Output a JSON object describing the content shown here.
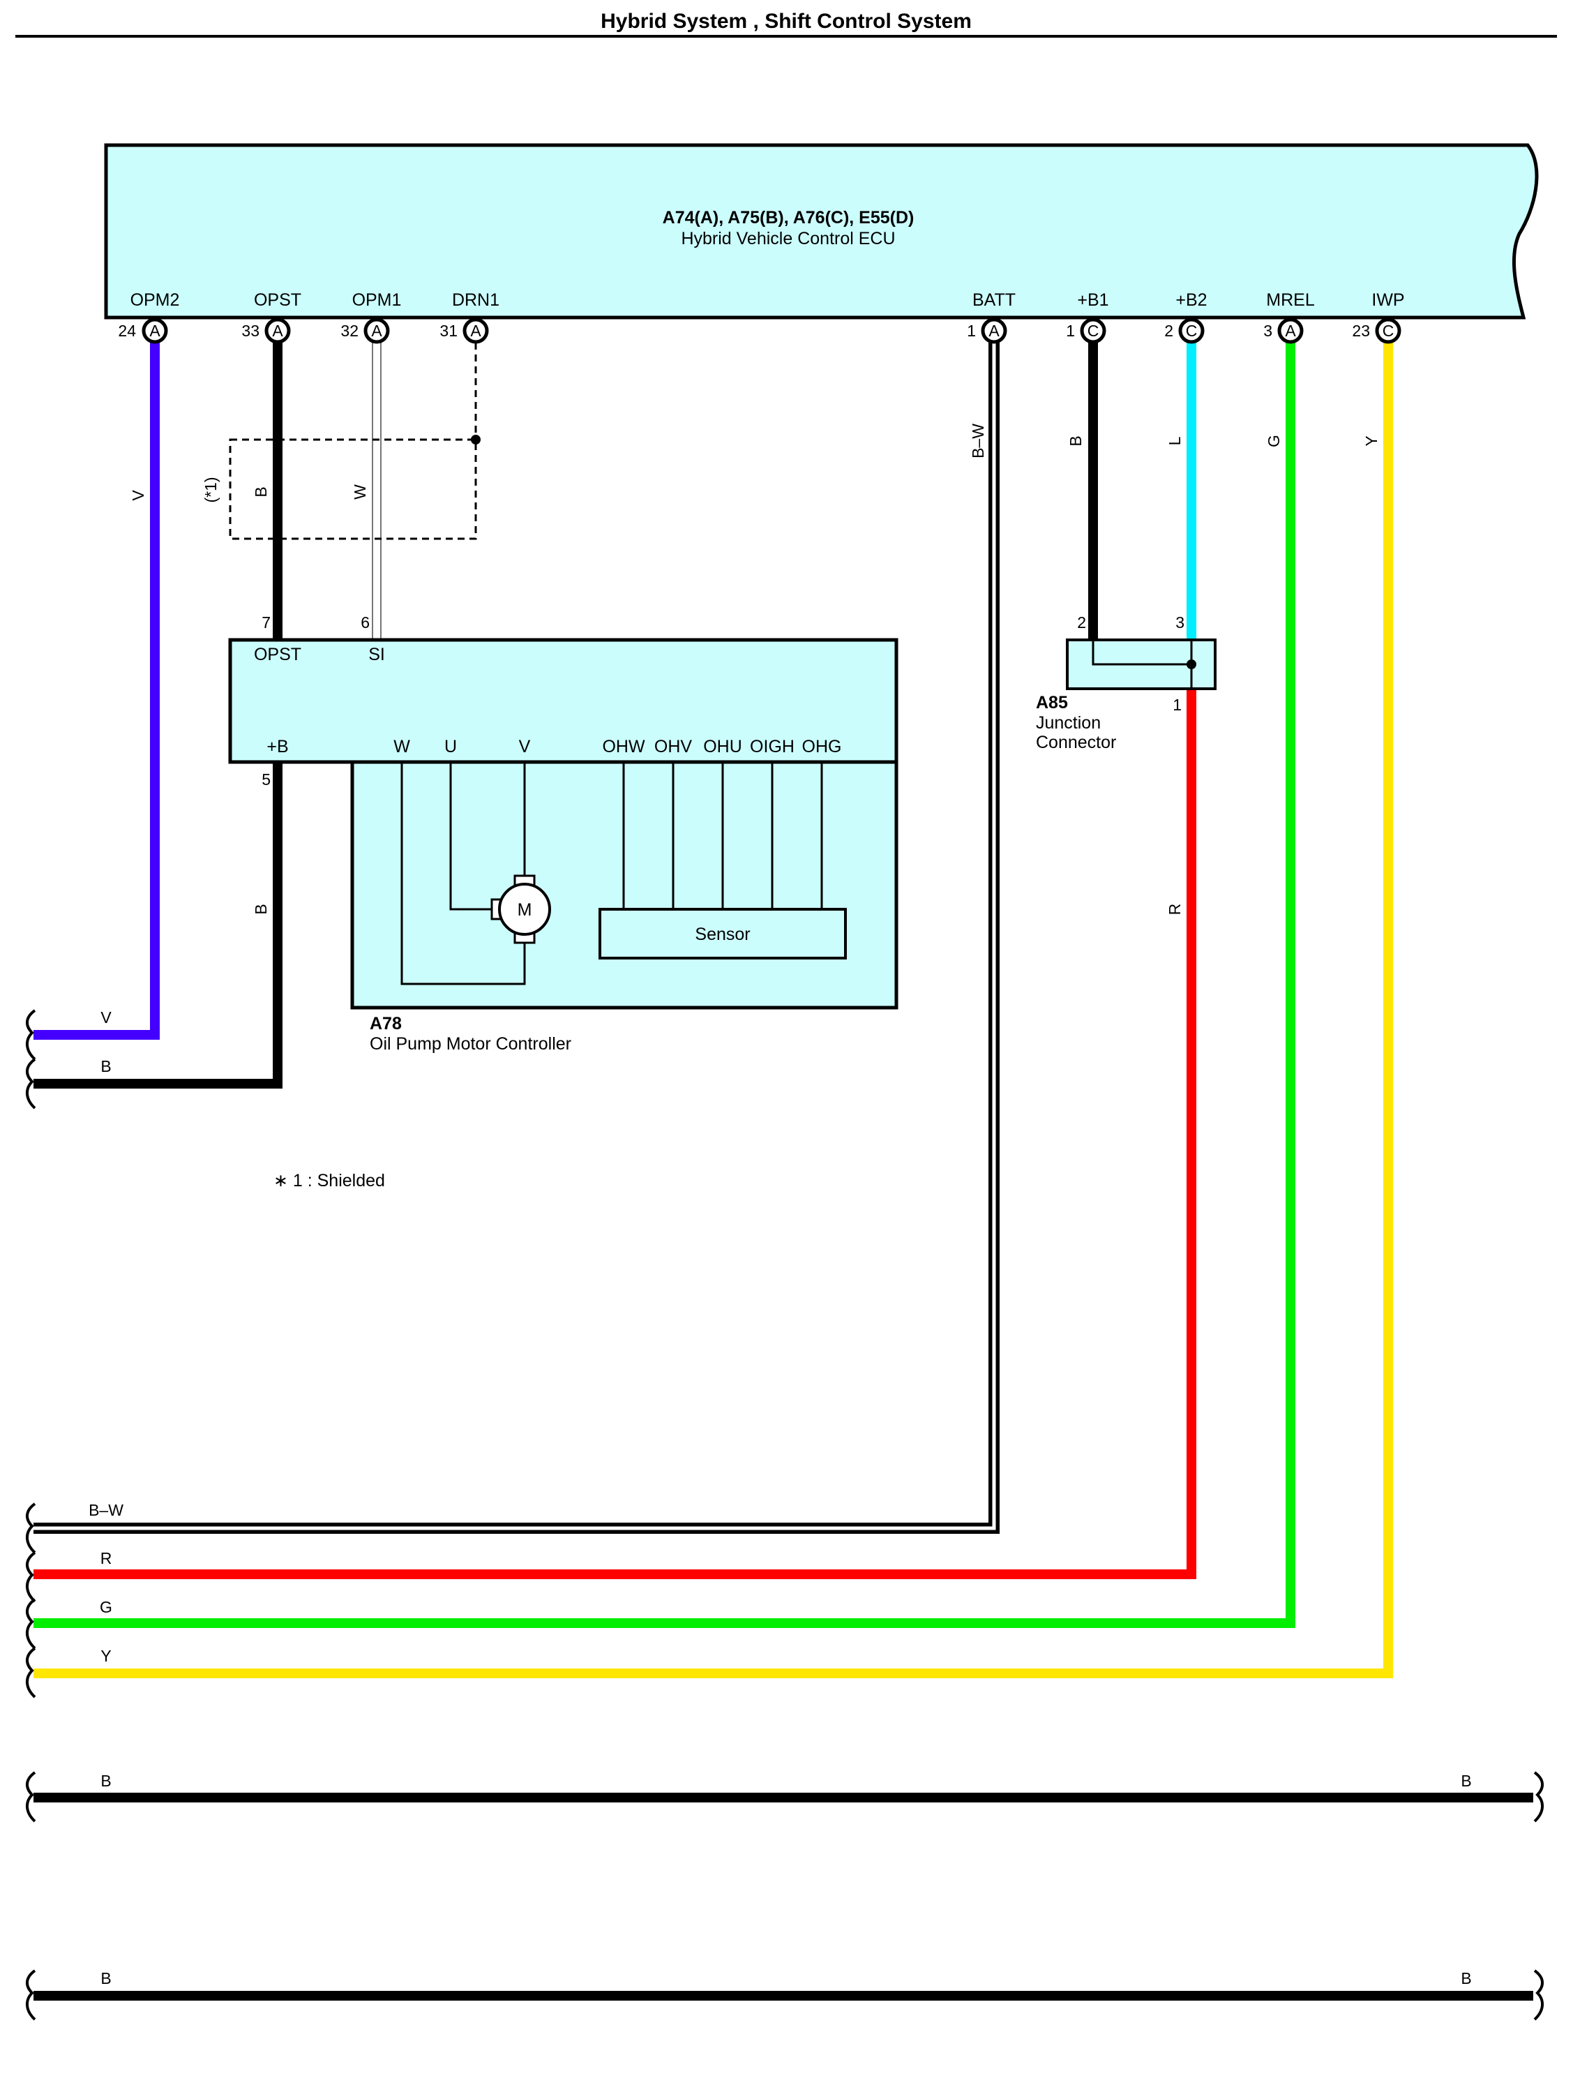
{
  "page": {
    "title": "Hybrid System , Shift Control System"
  },
  "colors": {
    "V": "#4400ff",
    "B": "#000000",
    "W": "#ffffff",
    "BW": "#000000",
    "L": "#00eeff",
    "G": "#00ee00",
    "Y": "#ffe600",
    "R": "#ff0000",
    "box_fill": "#ccfdfd"
  },
  "ecu": {
    "code": "A74(A), A75(B), A76(C), E55(D)",
    "name": "Hybrid Vehicle Control ECU",
    "pins": [
      {
        "label": "OPM2",
        "num": "24",
        "conn": "A"
      },
      {
        "label": "OPST",
        "num": "33",
        "conn": "A"
      },
      {
        "label": "OPM1",
        "num": "32",
        "conn": "A"
      },
      {
        "label": "DRN1",
        "num": "31",
        "conn": "A"
      },
      {
        "label": "BATT",
        "num": "1",
        "conn": "A"
      },
      {
        "label": "+B1",
        "num": "1",
        "conn": "C"
      },
      {
        "label": "+B2",
        "num": "2",
        "conn": "C"
      },
      {
        "label": "MREL",
        "num": "3",
        "conn": "A"
      },
      {
        "label": "IWP",
        "num": "23",
        "conn": "C"
      }
    ]
  },
  "wire_colors": {
    "opm2": "V",
    "opst": "B",
    "opm1": "W",
    "shield": "(*1)",
    "batt": "B–W",
    "b1": "B",
    "b2": "L",
    "mrel": "G",
    "iwp": "Y",
    "junction_out": "R",
    "plus_b": "B"
  },
  "oil_pump": {
    "code": "A78",
    "name": "Oil Pump Motor Controller",
    "pin7": "7",
    "pin6": "6",
    "pin5": "5",
    "opst": "OPST",
    "si": "SI",
    "plus_b": "+B",
    "motor_terms": [
      "W",
      "U",
      "V"
    ],
    "sensor_terms": [
      "OHW",
      "OHV",
      "OHU",
      "OIGH",
      "OHG"
    ],
    "motor": "M",
    "sensor": "Sensor"
  },
  "junction": {
    "code": "A85",
    "name_line1": "Junction",
    "name_line2": "Connector",
    "pin2": "2",
    "pin3": "3",
    "pin1": "1"
  },
  "footnote": "∗ 1 : Shielded",
  "left_wires": [
    "V",
    "B",
    "B–W",
    "R",
    "G",
    "Y"
  ],
  "bus_wires": [
    {
      "left": "B",
      "right": "B"
    },
    {
      "left": "B",
      "right": "B"
    }
  ]
}
